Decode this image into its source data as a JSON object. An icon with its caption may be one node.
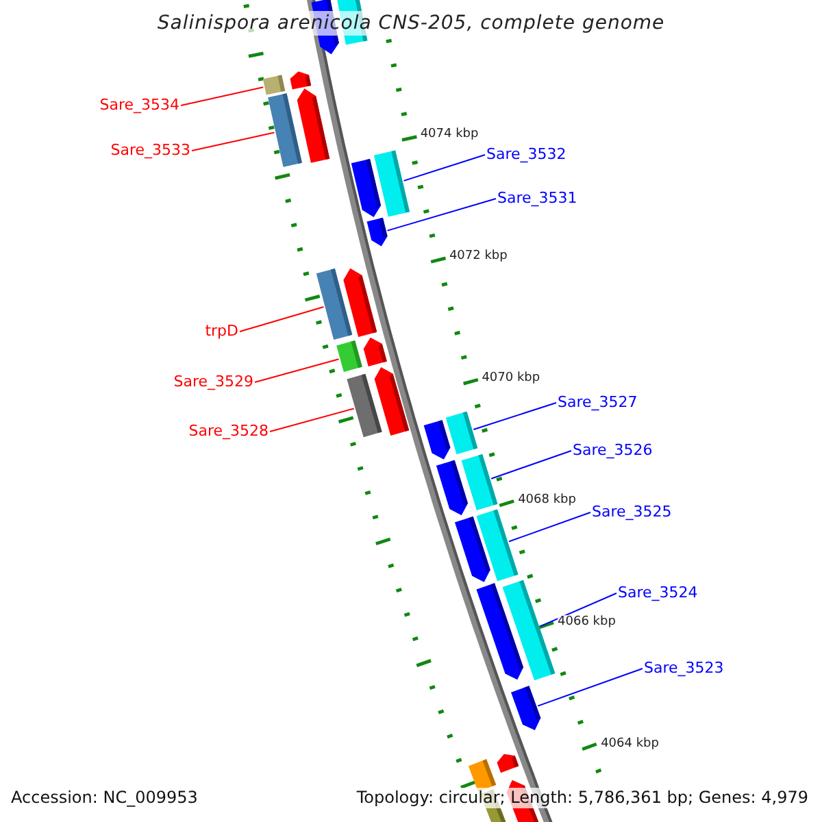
{
  "diagram": {
    "title": "Salinispora arenicola CNS-205, complete genome",
    "nodes": [
      {
        "text": [
          "Sare_3534"
        ]
      },
      {
        "text": [
          "Sare_3533"
        ]
      },
      {
        "text": [
          "trpD"
        ]
      },
      {
        "text": [
          "Sare_3529"
        ]
      },
      {
        "text": [
          "Sare_3528"
        ]
      },
      {
        "text": [
          "Sare_3532"
        ]
      },
      {
        "text": [
          "Sare_3531"
        ]
      },
      {
        "text": [
          "Sare_3527"
        ]
      },
      {
        "text": [
          "Sare_3526"
        ]
      },
      {
        "text": [
          "Sare_3525"
        ]
      },
      {
        "text": [
          "Sare_3524"
        ]
      },
      {
        "text": [
          "Sare_3523"
        ]
      },
      {
        "text": [],
        "shape": "bar"
      },
      {
        "text": [],
        "shape": "bar"
      },
      {
        "text": [],
        "shape": "bar"
      },
      {
        "text": [],
        "shape": "bar"
      },
      {
        "text": [],
        "shape": "bar"
      },
      {
        "text": [],
        "shape": "bar"
      },
      {
        "text": [],
        "shape": "arrow"
      },
      {
        "text": [],
        "shape": "bar"
      },
      {
        "text": [],
        "shape": "bar"
      },
      {
        "text": [],
        "shape": "bar"
      },
      {
        "text": [],
        "shape": "bar"
      },
      {
        "text": [],
        "shape": "arrow"
      },
      {
        "text": [],
        "shape": "arrow"
      },
      {
        "text": [],
        "shape": "bar"
      },
      {
        "text": [],
        "shape": "arrow"
      },
      {
        "text": [],
        "shape": "arrow"
      },
      {
        "text": [],
        "shape": "arrow"
      },
      {
        "text": [],
        "shape": "arrow"
      },
      {
        "text": [],
        "shape": "arrow"
      },
      {
        "text": [],
        "shape": "arrow"
      },
      {
        "text": [],
        "shape": "arrow"
      },
      {
        "text": [],
        "shape": "arrow"
      },
      {
        "text": [],
        "shape": "arrow"
      },
      {
        "text": [],
        "shape": "arrow"
      },
      {
        "text": [],
        "shape": "bar"
      },
      {
        "text": [],
        "shape": "bar"
      },
      {
        "text": [],
        "shape": "arrow"
      },
      {
        "text": [],
        "shape": "arrow"
      }
    ],
    "edges": [
      {
        "from": 0,
        "to": 12,
        "arrow": "none",
        "color": "#ff0000"
      },
      {
        "from": 1,
        "to": 13,
        "arrow": "none",
        "color": "#ff0000"
      },
      {
        "from": 2,
        "to": 14,
        "arrow": "none",
        "color": "#ff0000"
      },
      {
        "from": 3,
        "to": 15,
        "arrow": "none",
        "color": "#ff0000"
      },
      {
        "from": 4,
        "to": 16,
        "arrow": "none",
        "color": "#ff0000"
      },
      {
        "from": 5,
        "to": 17,
        "arrow": "none"
      },
      {
        "from": 6,
        "to": 18,
        "arrow": "none"
      },
      {
        "from": 7,
        "to": 19,
        "arrow": "none"
      },
      {
        "from": 8,
        "to": 20,
        "arrow": "none"
      },
      {
        "from": 9,
        "to": 21,
        "arrow": "none"
      },
      {
        "from": 10,
        "to": 22,
        "arrow": "none"
      },
      {
        "from": 11,
        "to": 23,
        "arrow": "none"
      }
    ],
    "labels": [
      "4074 kbp",
      "4072 kbp",
      "4070 kbp",
      "4068 kbp",
      "4066 kbp",
      "4064 kbp",
      "Accession: NC_009953",
      "Topology: circular; Length: 5,786,361 bp; Genes: 4,979"
    ]
  }
}
